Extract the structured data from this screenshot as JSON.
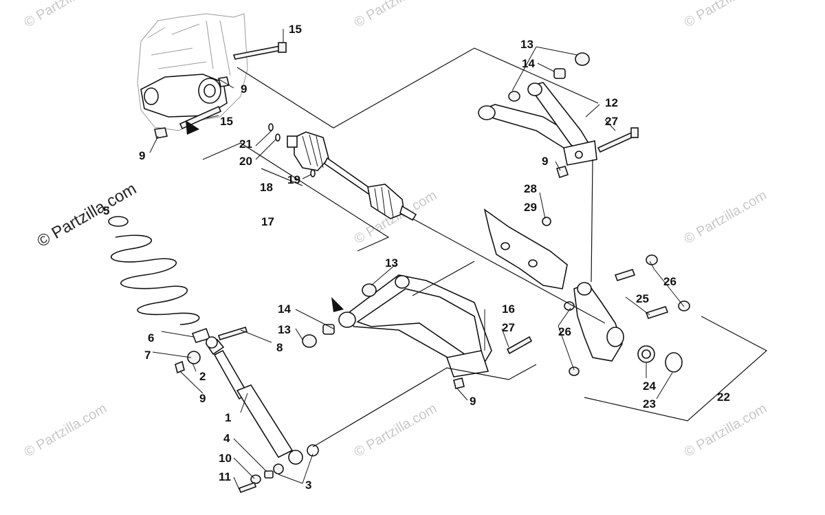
{
  "watermarks": {
    "main": "© Partzilla.com",
    "tiled": "© Partzilla.com"
  },
  "callouts": {
    "c1": "1",
    "c2": "2",
    "c3": "3",
    "c4": "4",
    "c5": "5",
    "c6": "6",
    "c7": "7",
    "c8": "8",
    "c9a": "9",
    "c9b": "9",
    "c9c": "9",
    "c9d": "9",
    "c9e": "9",
    "c10": "10",
    "c11": "11",
    "c12": "12",
    "c13a": "13",
    "c13b": "13",
    "c13c": "13",
    "c14a": "14",
    "c14b": "14",
    "c15a": "15",
    "c15b": "15",
    "c16": "16",
    "c17": "17",
    "c18": "18",
    "c19": "19",
    "c20": "20",
    "c21": "21",
    "c22": "22",
    "c23": "23",
    "c24": "24",
    "c25": "25",
    "c26a": "26",
    "c26b": "26",
    "c27a": "27",
    "c27b": "27",
    "c28": "28",
    "c29": "29"
  }
}
